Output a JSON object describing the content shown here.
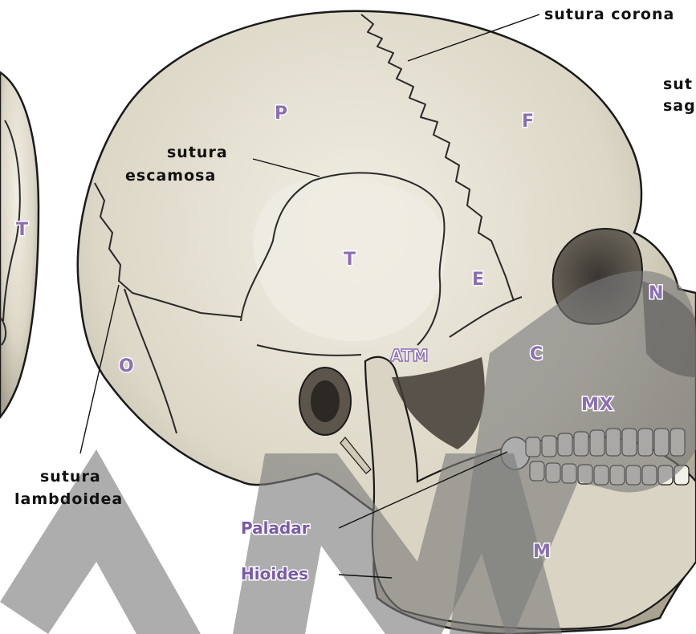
{
  "bone_labels": {
    "parietal": "P",
    "frontal": "F",
    "temporal": "T",
    "temporal_left": "T",
    "sphenoid": "E",
    "occipital": "O",
    "nasal": "N",
    "zygomatic": "C",
    "maxilla": "MX",
    "mandible": "M",
    "tmj": "ATM"
  },
  "suture_labels": {
    "coronal": "sutura corona",
    "sagittal_line1": "sut",
    "sagittal_line2": "sag",
    "squamous_line1": "sutura",
    "squamous_line2": "escamosa",
    "lambdoid_line1": "sutura",
    "lambdoid_line2": "lambdoidea"
  },
  "other_labels": {
    "palate": "Paladar",
    "hyoid": "Hioides"
  },
  "watermark": "AMP",
  "colors": {
    "label_purple": "#8b6fb3",
    "bone": "#e6e2d3",
    "bone_shadow": "#b9b3a0",
    "watermark_gray": "#7a7a7a",
    "outline": "#1a1a1a"
  }
}
